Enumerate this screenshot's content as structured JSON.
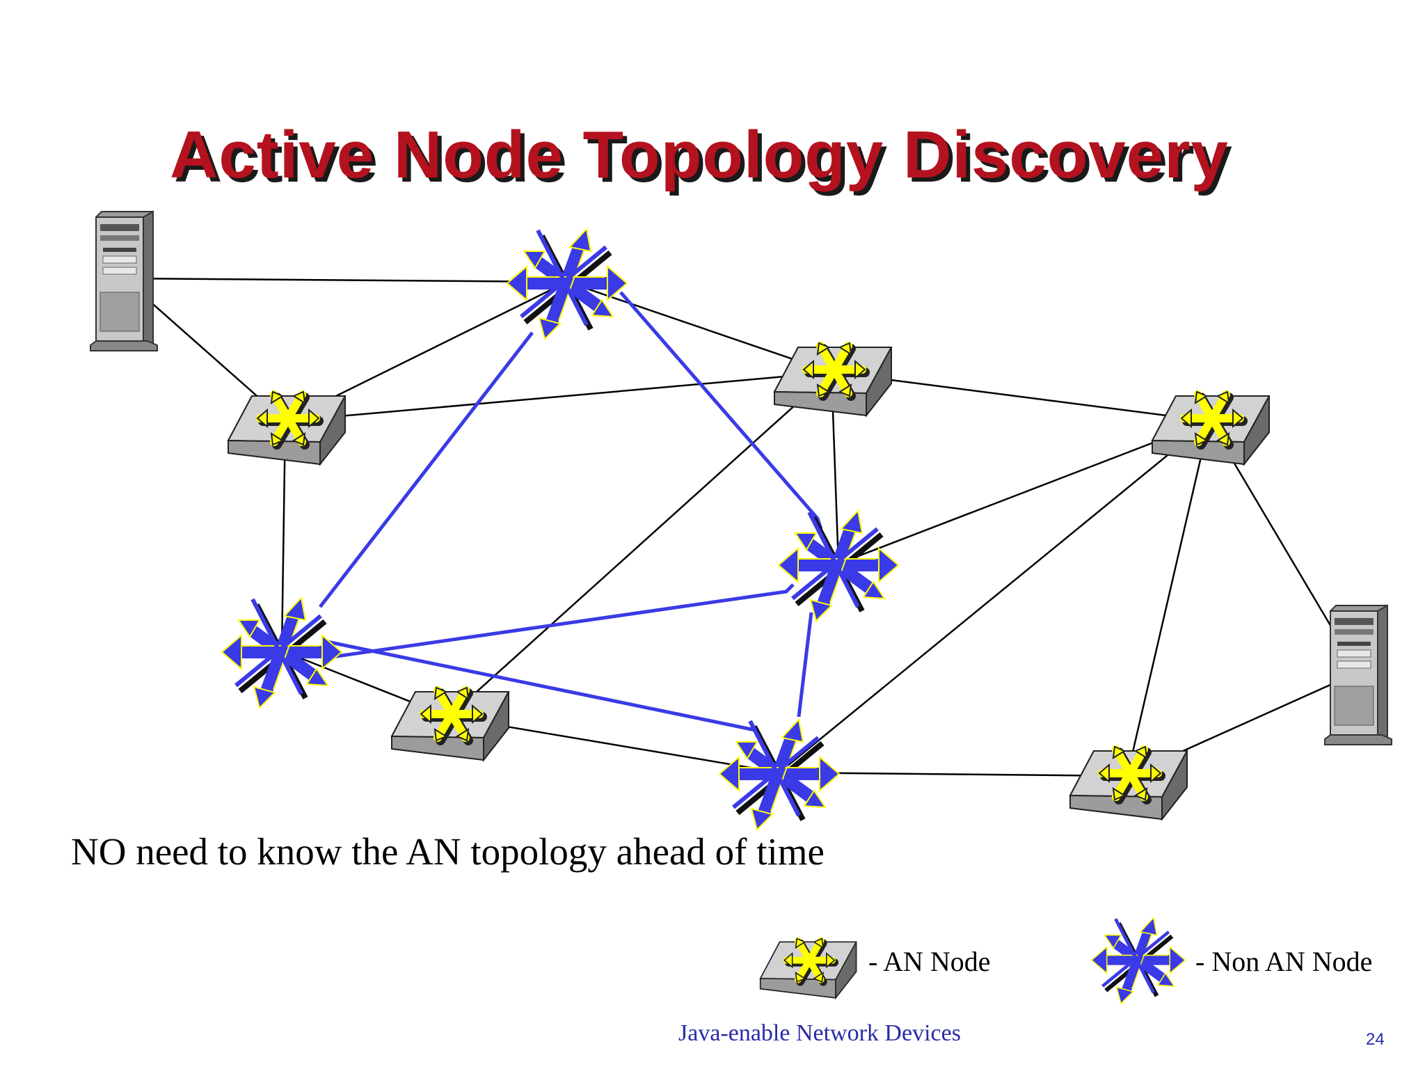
{
  "slide": {
    "title": "Active Node Topology Discovery",
    "note": "NO need to know the AN topology ahead of time",
    "footer": "Java-enable Network Devices",
    "page_number": "24"
  },
  "legend": {
    "an_node": "- AN Node",
    "non_an_node": "- Non AN Node"
  },
  "colors": {
    "title": "#b3121e",
    "active_path": "#3a3ae6",
    "an_node_star": "#ffff00",
    "switch_body": "#d0d0d0",
    "footer_text": "#2a2aa8"
  },
  "diagram": {
    "nodes": [
      {
        "id": "server-left",
        "kind": "server"
      },
      {
        "id": "server-right",
        "kind": "server"
      },
      {
        "id": "an-1",
        "kind": "an_node"
      },
      {
        "id": "an-2",
        "kind": "an_node"
      },
      {
        "id": "an-3",
        "kind": "an_node"
      },
      {
        "id": "an-4",
        "kind": "an_node"
      },
      {
        "id": "an-5",
        "kind": "an_node"
      },
      {
        "id": "non-an-1",
        "kind": "non_an_node"
      },
      {
        "id": "non-an-2",
        "kind": "non_an_node"
      },
      {
        "id": "non-an-3",
        "kind": "non_an_node"
      },
      {
        "id": "non-an-4",
        "kind": "non_an_node"
      }
    ],
    "links": [
      {
        "from": "server-left",
        "to": "non-an-1",
        "type": "plain"
      },
      {
        "from": "server-left",
        "to": "an-1",
        "type": "plain"
      },
      {
        "from": "non-an-1",
        "to": "an-1",
        "type": "plain"
      },
      {
        "from": "non-an-1",
        "to": "an-2",
        "type": "plain"
      },
      {
        "from": "an-1",
        "to": "an-2",
        "type": "plain"
      },
      {
        "from": "an-1",
        "to": "non-an-3",
        "type": "plain"
      },
      {
        "from": "an-2",
        "to": "an-3",
        "type": "plain"
      },
      {
        "from": "an-2",
        "to": "non-an-2",
        "type": "plain"
      },
      {
        "from": "an-2",
        "to": "an-4",
        "type": "plain"
      },
      {
        "from": "an-3",
        "to": "non-an-2",
        "type": "plain"
      },
      {
        "from": "an-3",
        "to": "non-an-4",
        "type": "plain"
      },
      {
        "from": "an-3",
        "to": "an-5",
        "type": "plain"
      },
      {
        "from": "an-3",
        "to": "server-right",
        "type": "plain"
      },
      {
        "from": "non-an-3",
        "to": "an-4",
        "type": "plain"
      },
      {
        "from": "an-4",
        "to": "non-an-4",
        "type": "plain"
      },
      {
        "from": "non-an-4",
        "to": "an-5",
        "type": "plain"
      },
      {
        "from": "an-5",
        "to": "server-right",
        "type": "plain"
      },
      {
        "from": "non-an-1",
        "to": "non-an-3",
        "type": "active"
      },
      {
        "from": "non-an-1",
        "to": "non-an-2",
        "type": "active"
      },
      {
        "from": "non-an-3",
        "to": "non-an-2",
        "type": "active"
      },
      {
        "from": "non-an-3",
        "to": "non-an-4",
        "type": "active"
      },
      {
        "from": "non-an-2",
        "to": "non-an-4",
        "type": "active"
      }
    ]
  }
}
